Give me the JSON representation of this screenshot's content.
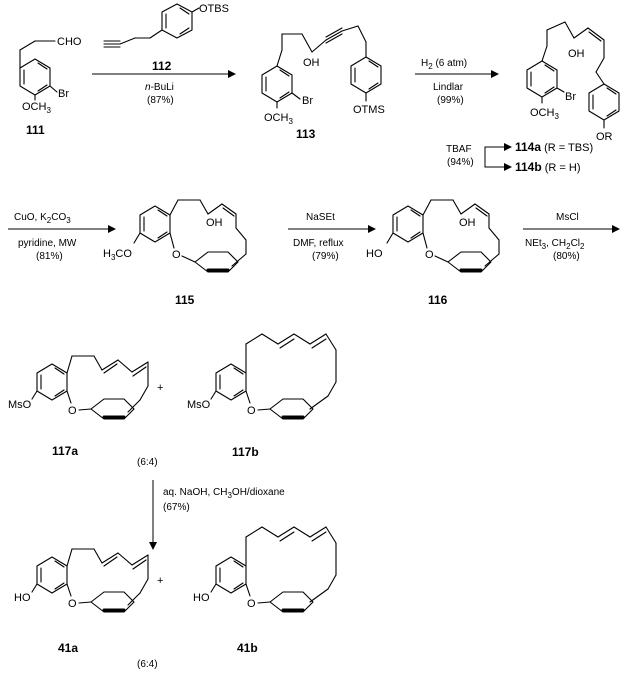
{
  "compounds": {
    "c111": "111",
    "c112": "112",
    "c113": "113",
    "c114a": "114a",
    "c114a_r": " (R = TBS)",
    "c114b": "114b",
    "c114b_r": " (R = H)",
    "c115": "115",
    "c116": "116",
    "c117a": "117a",
    "c117b": "117b",
    "c41a": "41a",
    "c41b": "41b"
  },
  "atoms": {
    "cho": "CHO",
    "br": "Br",
    "och3_o": "OCH",
    "och3_3": "3",
    "otbs": "OTBS",
    "oh": "OH",
    "otms": "OTMS",
    "or": "OR",
    "h3co": "H",
    "h3co_3": "3",
    "h3co_co": "CO",
    "o": "O",
    "ho": "HO",
    "mso": "MsO",
    "plus": "+"
  },
  "arrows": {
    "r1_line1": "112",
    "r1_line2_a": "n",
    "r1_line2_b": "-BuLi",
    "r1_line3": "(87%)",
    "r2_line1_a": "H",
    "r2_line1_b": "2",
    "r2_line1_c": " (6 atm)",
    "r2_line2": "Lindlar",
    "r2_line3": "(99%)",
    "r3_line1": "TBAF",
    "r3_line2": "(94%)",
    "r4_line1": "CuO, K",
    "r4_line1_sub": "2",
    "r4_line1_b": "CO",
    "r4_line1_sub2": "3",
    "r4_line2": "pyridine, MW",
    "r4_line3": "(81%)",
    "r5_line1": "NaSEt",
    "r5_line2": "DMF, reflux",
    "r5_line3": "(79%)",
    "r6_line1": "MsCl",
    "r6_line2_a": "NEt",
    "r6_line2_sub": "3",
    "r6_line2_b": ", CH",
    "r6_line2_sub2": "2",
    "r6_line2_c": "Cl",
    "r6_line2_sub3": "2",
    "r6_line3": "(80%)",
    "r7_line1": "aq. NaOH, CH",
    "r7_line1_sub": "3",
    "r7_line1_b": "OH/dioxane",
    "r7_line2": "(67%)"
  },
  "ratios": {
    "ratio1": "(6:4)",
    "ratio2": "(6:4)"
  }
}
